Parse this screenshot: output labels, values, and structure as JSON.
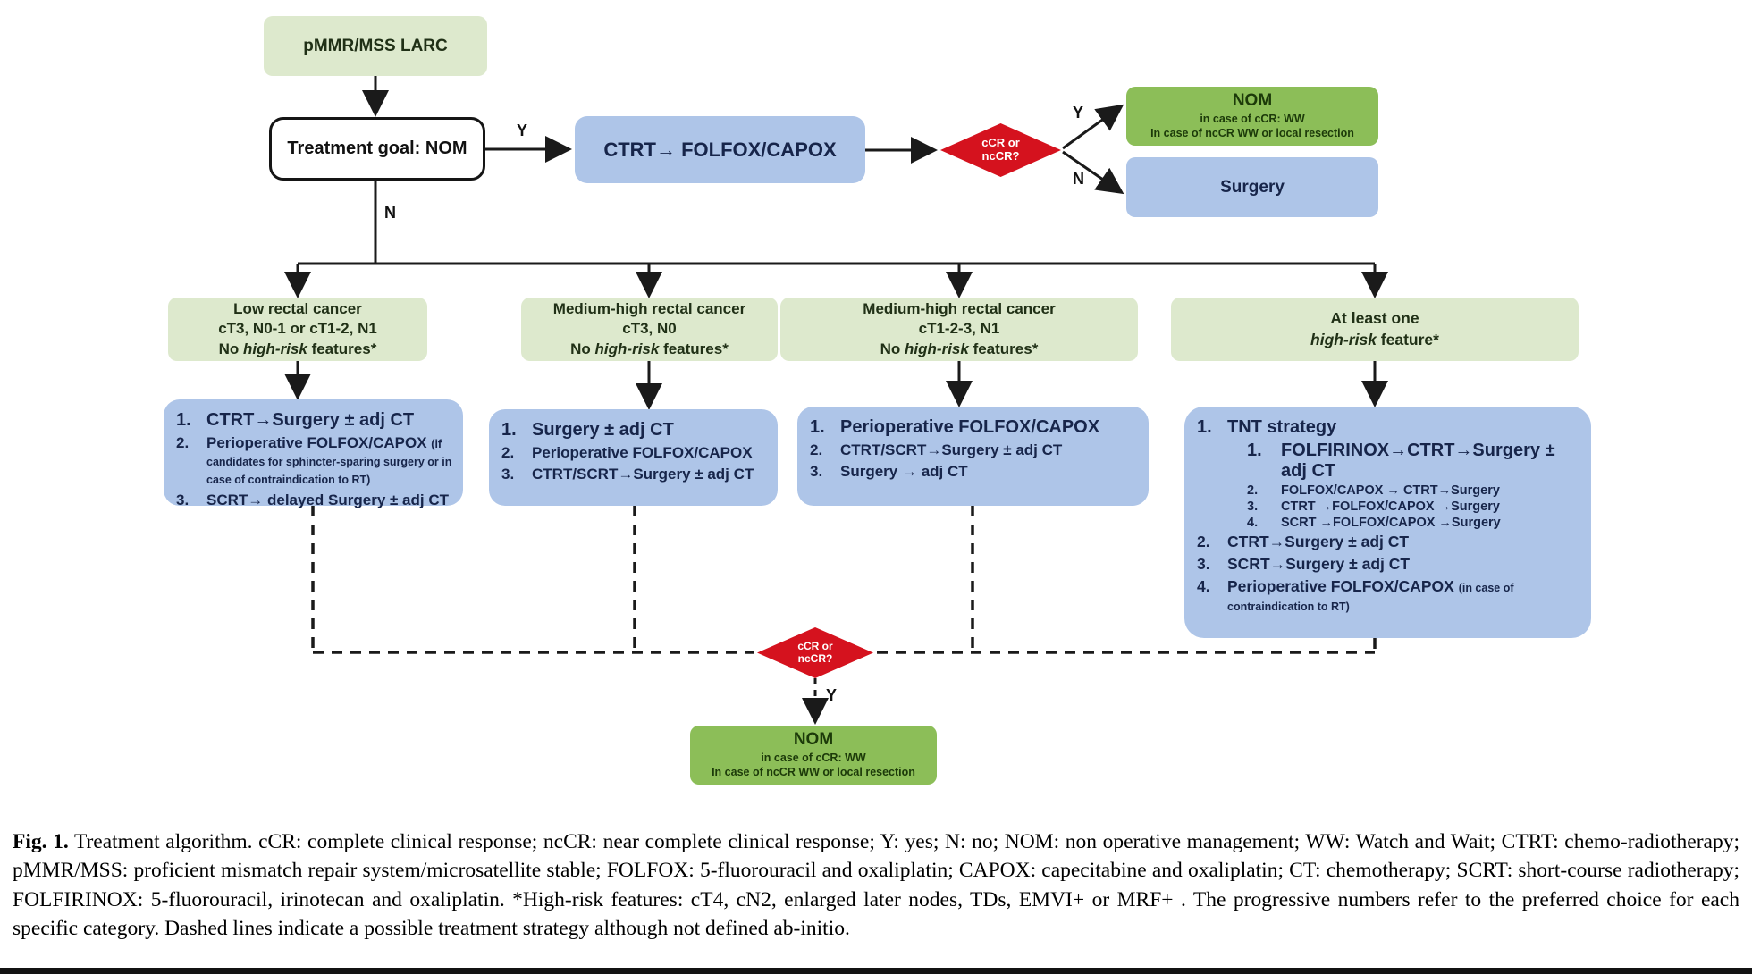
{
  "figure": {
    "pmmr": {
      "label": "pMMR/MSS LARC"
    },
    "goal": {
      "label": "Treatment goal: NOM"
    },
    "ctrt": {
      "label": "CTRT→ FOLFOX/CAPOX"
    },
    "decision_top": {
      "line1": "cCR or",
      "line2": "ncCR?"
    },
    "decision_bottom": {
      "line1": "cCR or",
      "line2": "ncCR?"
    },
    "nom_top": {
      "title": "NOM",
      "line1": "in case of cCR: WW",
      "line2": "In case of ncCR WW or local resection"
    },
    "nom_bottom": {
      "title": "NOM",
      "line1": "in case of cCR: WW",
      "line2": "In case of ncCR WW or local resection"
    },
    "surgery": {
      "label": "Surgery"
    },
    "edge_labels": {
      "yes_top": "Y",
      "no_branch": "N",
      "yes_right": "Y",
      "no_right": "N",
      "yes_bottom": "Y"
    },
    "categories": [
      {
        "underlined": "Low",
        "title_rest": " rectal cancer",
        "line2": "cT3, N0-1 or cT1-2, N1",
        "line3_pre": "No ",
        "line3_italic": "high-risk",
        "line3_post": " features*"
      },
      {
        "underlined": "Medium-high",
        "title_rest": " rectal cancer",
        "line2": "cT3, N0",
        "line3_pre": "No ",
        "line3_italic": "high-risk",
        "line3_post": " features*"
      },
      {
        "underlined": "Medium-high",
        "title_rest": " rectal cancer",
        "line2": "cT1-2-3, N1",
        "line3_pre": "No ",
        "line3_italic": "high-risk",
        "line3_post": " features*"
      },
      {
        "line1": "At least one",
        "line2_italic": "high-risk",
        "line2_post": " feature*"
      }
    ],
    "treatments": [
      {
        "items": [
          {
            "num": "1.",
            "text": "CTRT→Surgery ± adj CT"
          },
          {
            "num": "2.",
            "text": "Perioperative FOLFOX/CAPOX",
            "note": "(if candidates for sphincter-sparing surgery or in case of contraindication to RT)"
          },
          {
            "num": "3.",
            "text": "SCRT→ delayed Surgery ± adj CT"
          }
        ]
      },
      {
        "items": [
          {
            "num": "1.",
            "text": "Surgery ± adj CT"
          },
          {
            "num": "2.",
            "text": "Perioperative FOLFOX/CAPOX"
          },
          {
            "num": "3.",
            "text": "CTRT/SCRT→Surgery ± adj CT"
          }
        ]
      },
      {
        "items": [
          {
            "num": "1.",
            "text": "Perioperative FOLFOX/CAPOX"
          },
          {
            "num": "2.",
            "text": "CTRT/SCRT→Surgery ± adj CT"
          },
          {
            "num": "3.",
            "text": "Surgery → adj CT"
          }
        ]
      },
      {
        "tnt_num": "1.",
        "tnt_label": "TNT strategy",
        "tnt_sub": [
          {
            "num": "1.",
            "text": "FOLFIRINOX→CTRT→Surgery ± adj CT"
          },
          {
            "num": "2.",
            "text": "FOLFOX/CAPOX → CTRT→Surgery"
          },
          {
            "num": "3.",
            "text": "CTRT →FOLFOX/CAPOX →Surgery"
          },
          {
            "num": "4.",
            "text": "SCRT →FOLFOX/CAPOX →Surgery"
          }
        ],
        "items": [
          {
            "num": "2.",
            "text": "CTRT→Surgery ± adj CT"
          },
          {
            "num": "3.",
            "text": "SCRT→Surgery ± adj CT"
          },
          {
            "num": "4.",
            "text": "Perioperative FOLFOX/CAPOX",
            "note": "(in case of contraindication to RT)"
          }
        ]
      }
    ],
    "colors": {
      "light_green": "#dde9cd",
      "dark_green": "#8cbe58",
      "blue": "#aec5e8",
      "red": "#d5121e",
      "line": "#1a1a1a"
    }
  },
  "caption": {
    "fig_label": "Fig. 1.",
    "text": "Treatment algorithm. cCR: complete clinical response; ncCR: near complete clinical response; Y: yes; N: no; NOM: non operative management; WW: Watch and Wait; CTRT: chemo-radiotherapy; pMMR/MSS: proficient mismatch repair system/microsatellite stable; FOLFOX: 5-fluorouracil and oxaliplatin; CAPOX: capecitabine and oxaliplatin; CT: chemotherapy; SCRT: short-course radiotherapy; FOLFIRINOX: 5-fluorouracil, irinotecan and oxaliplatin. *High-risk features: cT4, cN2, enlarged later nodes, TDs, EMVI+ or MRF+ . The progressive numbers refer to the preferred choice for each specific category. Dashed lines indicate a possible treatment strategy although not defined ab-initio."
  }
}
